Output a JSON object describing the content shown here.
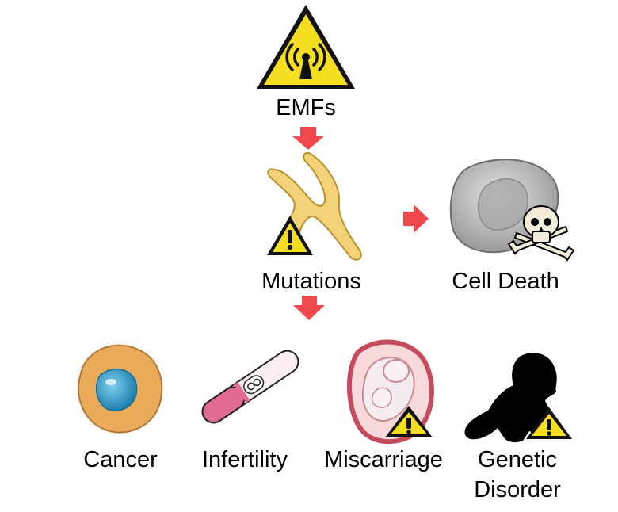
{
  "labels": {
    "emfs": "EMFs",
    "mutations": "Mutations",
    "cell_death": "Cell Death",
    "cancer": "Cancer",
    "infertility": "Infertility",
    "miscarriage": "Miscarriage",
    "genetic_disorder_line1": "Genetic",
    "genetic_disorder_line2": "Disorder"
  },
  "colors": {
    "arrow": "#f0484c",
    "warning_fill": "#f5dd1f",
    "warning_border": "#111111",
    "chromosome": "#f3d27a",
    "cell_grey": "#bdbdbd",
    "cancer_cell": "#e9ab5a",
    "cancer_nucleus": "#3c9fc8",
    "test_pink": "#e06a94",
    "uterus": "#c44a5c",
    "baby_silhouette": "#000000"
  },
  "icons": {
    "emf": "radio-waves-warning-icon",
    "mutation": "chromosome-icon",
    "cell_death": "dead-cell-icon",
    "cancer": "cancer-cell-icon",
    "infertility": "pregnancy-test-icon",
    "miscarriage": "uterus-fetus-icon",
    "genetic_disorder": "crawling-baby-icon"
  }
}
